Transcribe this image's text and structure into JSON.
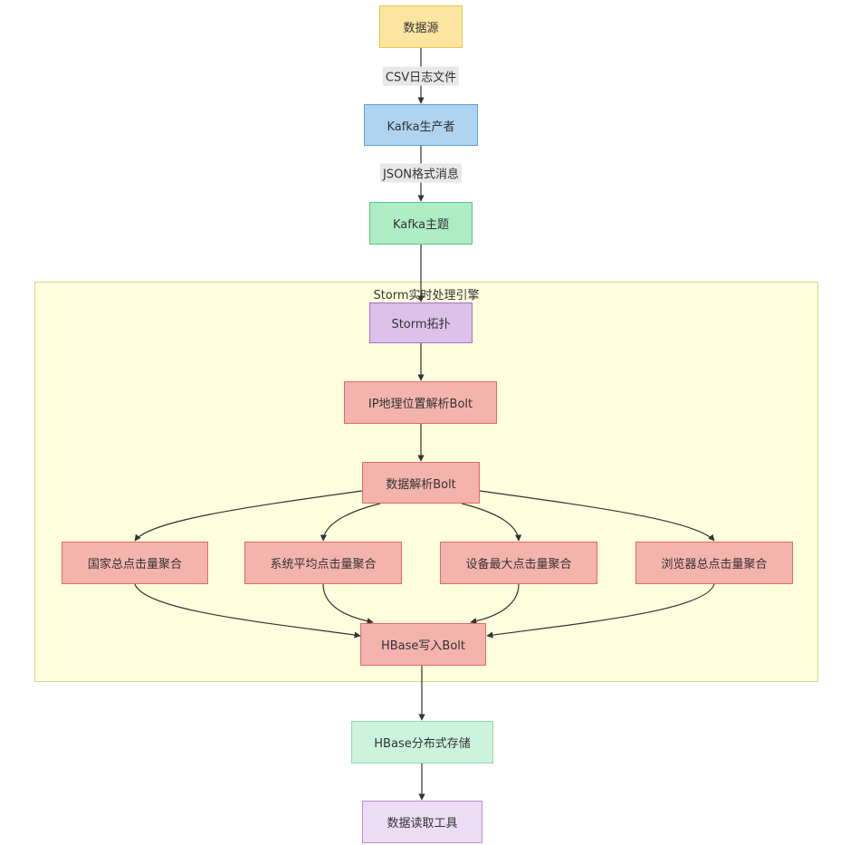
{
  "nodes": {
    "data_source": "数据源",
    "kafka_producer": "Kafka生产者",
    "kafka_topic": "Kafka主题",
    "storm_topology": "Storm拓扑",
    "ip_geo_bolt": "IP地理位置解析Bolt",
    "parse_bolt": "数据解析Bolt",
    "country_agg": "国家总点击量聚合",
    "os_agg": "系统平均点击量聚合",
    "device_agg": "设备最大点击量聚合",
    "browser_agg": "浏览器总点击量聚合",
    "hbase_write_bolt": "HBase写入Bolt",
    "hbase_storage": "HBase分布式存储",
    "reader_tool": "数据读取工具"
  },
  "edge_labels": {
    "csv_log": "CSV日志文件",
    "json_msg": "JSON格式消息"
  },
  "cluster": {
    "title": "Storm实时处理引擎"
  },
  "colors": {
    "edge": "#333333",
    "cluster_fill": "#ffffde"
  }
}
